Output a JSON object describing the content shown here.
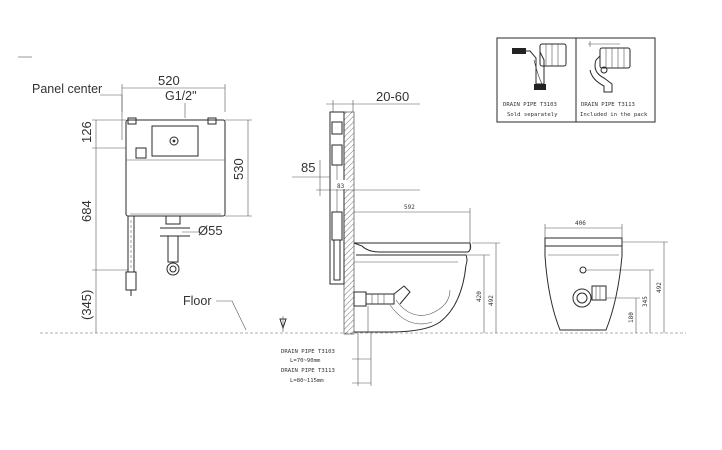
{
  "labels": {
    "panel_center": "Panel center",
    "floor": "Floor",
    "thread": "G1/2\"",
    "diameter": "Ø55"
  },
  "dimensions": {
    "tank_width": "520",
    "tank_depth_upper": "126",
    "tank_height": "530",
    "frame_height": "684",
    "floor_offset": "(345)",
    "wall_gap": "20-60",
    "button_offset": "85",
    "button_gap": "83",
    "bowl_length": "592",
    "bowl_height_seat": "420",
    "bowl_height_total": "492",
    "front_width": "406",
    "front_height": "492",
    "front_inlet": "345",
    "front_outlet": "180"
  },
  "drain_notes": {
    "line1": "DRAIN PIPE T3103",
    "line2": "L=70~90mm",
    "line3": "DRAIN PIPE T3113",
    "line4": "L=80~115mm"
  },
  "legend": {
    "left_title": "DRAIN PIPE T3103",
    "left_sub": "Sold separately",
    "right_title": "DRAIN PIPE T3113",
    "right_sub": "Included in the pack"
  }
}
